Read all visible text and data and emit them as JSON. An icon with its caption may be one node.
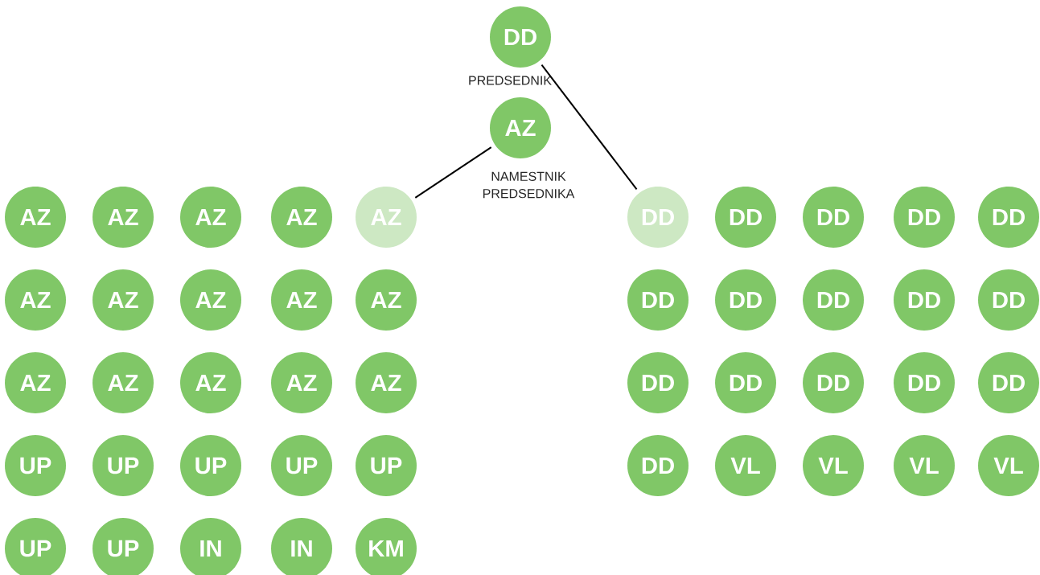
{
  "diagram": {
    "nodes": [
      {
        "text": [
          "DD"
        ],
        "beside": [
          "PREDSEDNIK"
        ]
      },
      {
        "text": [
          "AZ"
        ],
        "beside": [
          "NAMESTNIK PREDSEDNIKA"
        ]
      },
      {
        "text": [
          "AZ"
        ]
      },
      {
        "text": [
          "AZ"
        ]
      },
      {
        "text": [
          "AZ"
        ]
      },
      {
        "text": [
          "AZ"
        ]
      },
      {
        "text": [
          "AZ"
        ]
      },
      {
        "text": [
          "AZ"
        ]
      },
      {
        "text": [
          "AZ"
        ]
      },
      {
        "text": [
          "AZ"
        ]
      },
      {
        "text": [
          "AZ"
        ]
      },
      {
        "text": [
          "AZ"
        ]
      },
      {
        "text": [
          "AZ"
        ]
      },
      {
        "text": [
          "AZ"
        ]
      },
      {
        "text": [
          "AZ"
        ]
      },
      {
        "text": [
          "AZ"
        ]
      },
      {
        "text": [
          "AZ"
        ]
      },
      {
        "text": [
          "UP"
        ]
      },
      {
        "text": [
          "UP"
        ]
      },
      {
        "text": [
          "UP"
        ]
      },
      {
        "text": [
          "UP"
        ]
      },
      {
        "text": [
          "UP"
        ]
      },
      {
        "text": [
          "UP"
        ]
      },
      {
        "text": [
          "UP"
        ]
      },
      {
        "text": [
          "IN"
        ]
      },
      {
        "text": [
          "IN"
        ]
      },
      {
        "text": [
          "KM"
        ]
      },
      {
        "text": [
          "DD"
        ]
      },
      {
        "text": [
          "DD"
        ]
      },
      {
        "text": [
          "DD"
        ]
      },
      {
        "text": [
          "DD"
        ]
      },
      {
        "text": [
          "DD"
        ]
      },
      {
        "text": [
          "DD"
        ]
      },
      {
        "text": [
          "DD"
        ]
      },
      {
        "text": [
          "DD"
        ]
      },
      {
        "text": [
          "DD"
        ]
      },
      {
        "text": [
          "DD"
        ]
      },
      {
        "text": [
          "DD"
        ]
      },
      {
        "text": [
          "DD"
        ]
      },
      {
        "text": [
          "DD"
        ]
      },
      {
        "text": [
          "DD"
        ]
      },
      {
        "text": [
          "DD"
        ]
      },
      {
        "text": [
          "DD"
        ]
      },
      {
        "text": [
          "VL"
        ]
      },
      {
        "text": [
          "VL"
        ]
      },
      {
        "text": [
          "VL"
        ]
      },
      {
        "text": [
          "VL"
        ]
      }
    ],
    "edges": [
      {
        "from": 1,
        "to": 6,
        "arrow": "none"
      },
      {
        "from": 0,
        "to": 27,
        "arrow": "none"
      }
    ]
  }
}
